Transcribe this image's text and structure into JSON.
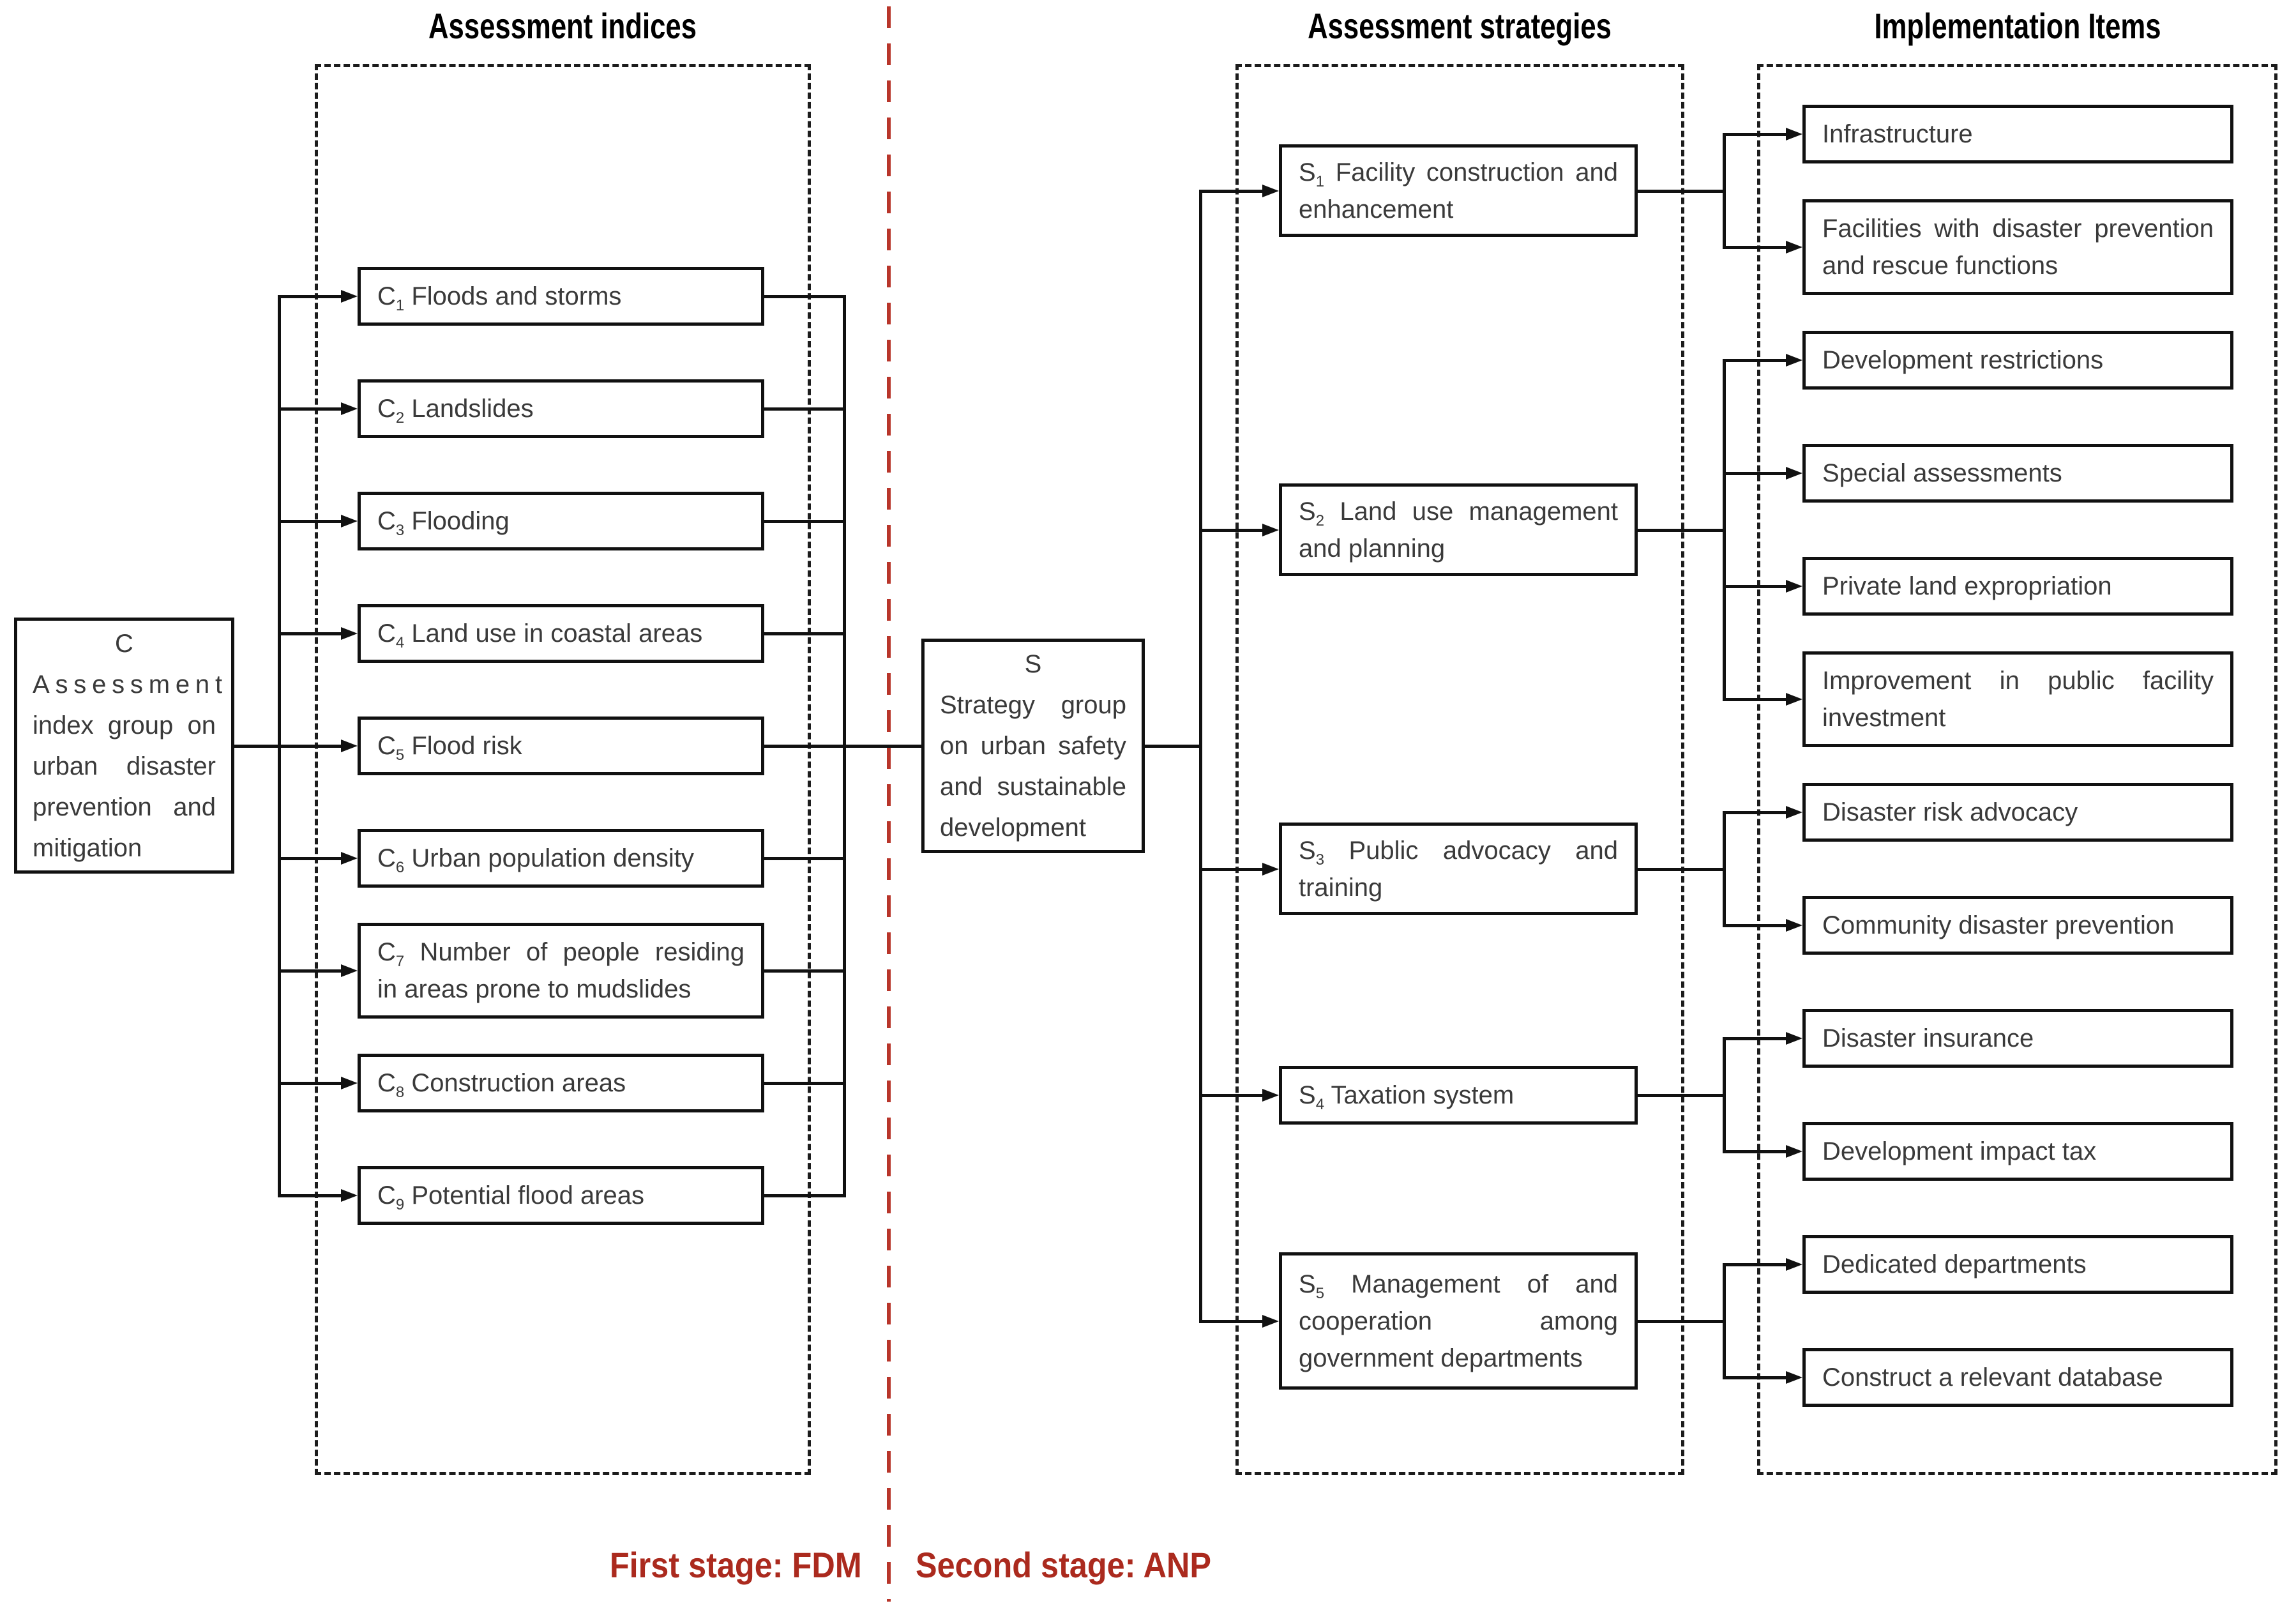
{
  "headers": {
    "indices": "Assessment indices",
    "strategies": "Assessment strategies",
    "implementation": "Implementation Items"
  },
  "stage_labels": {
    "first": "First stage: FDM",
    "second": "Second stage: ANP"
  },
  "colors": {
    "stage_red": "#ab2a1e",
    "line_black": "#111111",
    "box_text": "#3a3a3a"
  },
  "root": {
    "id": "C",
    "lines": [
      "Assessment",
      "index group on",
      "urban disaster",
      "prevention and",
      "mitigation"
    ]
  },
  "hub": {
    "id": "S",
    "lines": [
      "Strategy group",
      "on urban safety",
      "and sustainable",
      "development"
    ]
  },
  "indices": [
    {
      "id": "C",
      "sub": "1",
      "lines": [
        "Floods and storms"
      ]
    },
    {
      "id": "C",
      "sub": "2",
      "lines": [
        "Landslides"
      ]
    },
    {
      "id": "C",
      "sub": "3",
      "lines": [
        "Flooding"
      ]
    },
    {
      "id": "C",
      "sub": "4",
      "lines": [
        "Land use in coastal areas"
      ]
    },
    {
      "id": "C",
      "sub": "5",
      "lines": [
        "Flood risk"
      ]
    },
    {
      "id": "C",
      "sub": "6",
      "lines": [
        "Urban population density"
      ]
    },
    {
      "id": "C",
      "sub": "7",
      "lines": [
        "Number of people residing",
        "in areas prone to mudslides"
      ]
    },
    {
      "id": "C",
      "sub": "8",
      "lines": [
        "Construction areas"
      ]
    },
    {
      "id": "C",
      "sub": "9",
      "lines": [
        "Potential flood areas"
      ]
    }
  ],
  "strategies": [
    {
      "id": "S",
      "sub": "1",
      "lines": [
        "Facility construction and",
        "enhancement"
      ],
      "items": [
        {
          "lines": [
            "Infrastructure"
          ]
        },
        {
          "lines": [
            "Facilities with disaster prevention",
            "and rescue functions"
          ]
        }
      ]
    },
    {
      "id": "S",
      "sub": "2",
      "lines": [
        "Land use management",
        "and planning"
      ],
      "items": [
        {
          "lines": [
            "Development restrictions"
          ]
        },
        {
          "lines": [
            "Special assessments"
          ]
        },
        {
          "lines": [
            "Private land expropriation"
          ]
        },
        {
          "lines": [
            "Improvement in public facility",
            "investment"
          ]
        }
      ]
    },
    {
      "id": "S",
      "sub": "3",
      "lines": [
        "Public advocacy and",
        "training"
      ],
      "items": [
        {
          "lines": [
            "Disaster risk advocacy"
          ]
        },
        {
          "lines": [
            "Community disaster prevention"
          ]
        }
      ]
    },
    {
      "id": "S",
      "sub": "4",
      "lines": [
        "Taxation system"
      ],
      "items": [
        {
          "lines": [
            "Disaster insurance"
          ]
        },
        {
          "lines": [
            "Development impact tax"
          ]
        }
      ]
    },
    {
      "id": "S",
      "sub": "5",
      "lines": [
        "Management of and",
        "cooperation among",
        "government departments"
      ],
      "items": [
        {
          "lines": [
            "Dedicated departments"
          ]
        },
        {
          "lines": [
            "Construct a relevant database"
          ]
        }
      ]
    }
  ]
}
